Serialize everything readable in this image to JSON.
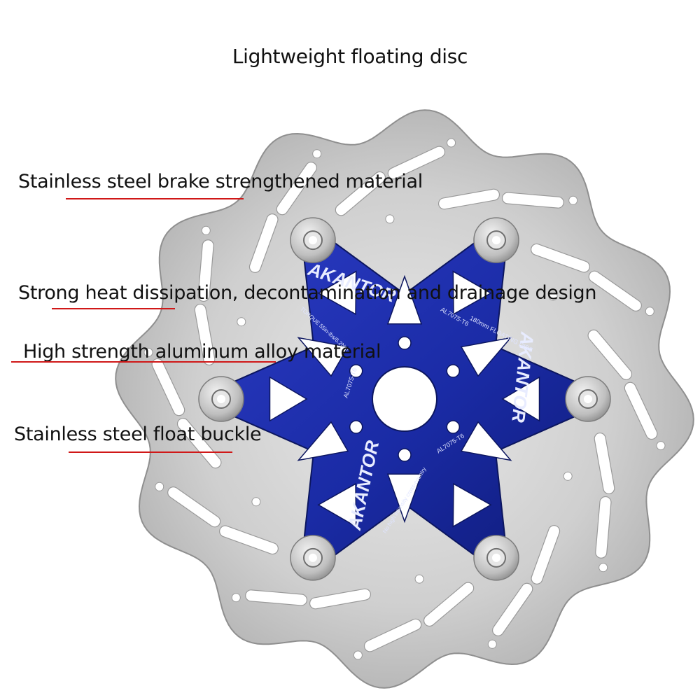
{
  "title": "Lightweight floating disc",
  "callouts": [
    {
      "text": "Stainless steel brake strengthened material"
    },
    {
      "text": "Strong heat dissipation, decontamination and drainage design"
    },
    {
      "text": "High strength aluminum alloy material"
    },
    {
      "text": "Stainless steel float buckle"
    }
  ],
  "disc": {
    "brand": "AKANTOR",
    "size_text": "180mm FLOATING DISC",
    "alloy_text": "AL7075-T6",
    "torque_text": "TORQUE 55in-lbs/6.2Nm",
    "usage_text": "No high intensity cross-country",
    "colors": {
      "rotor": "#c9c9c9",
      "carrier": "#1f2fa8",
      "rivet": "#bdbdbd",
      "leader": "#d01818"
    }
  }
}
